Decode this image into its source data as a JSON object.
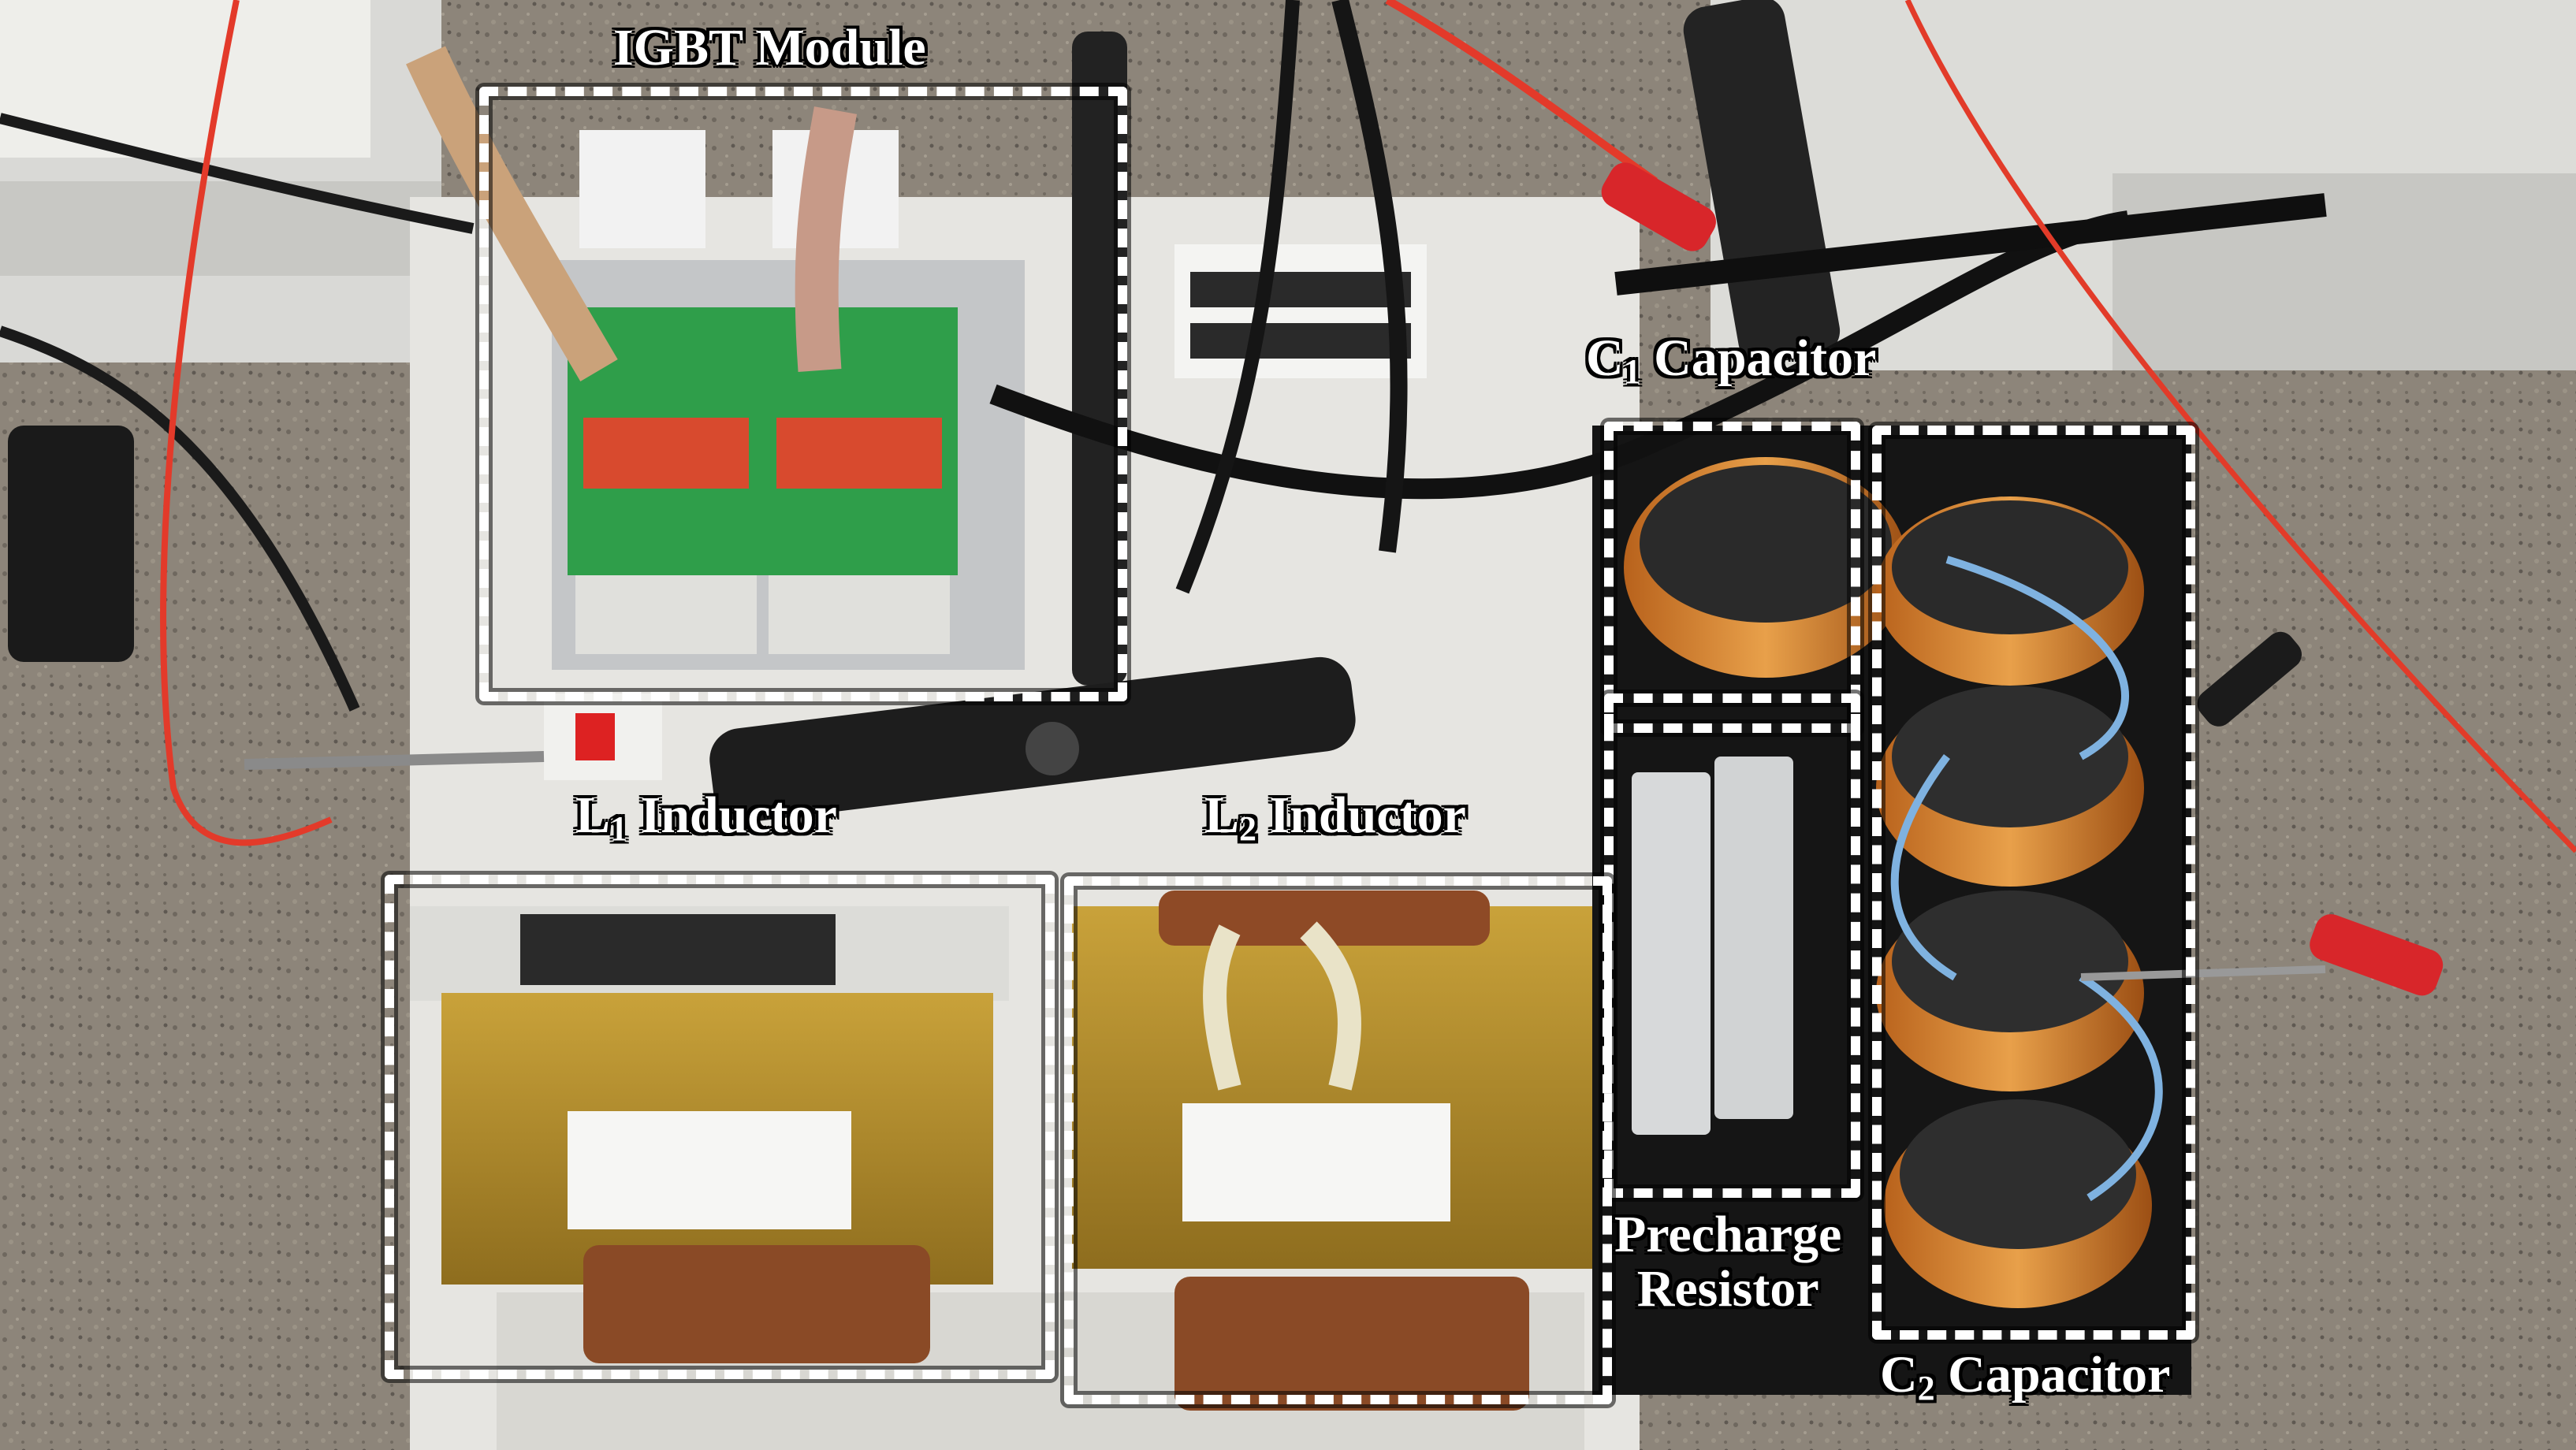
{
  "figure": {
    "labels": {
      "igbt_module": "IGBT Module",
      "c1_capacitor": {
        "symbol": "C",
        "subscript": "1",
        "name": " Capacitor"
      },
      "l1_inductor": {
        "symbol": "L",
        "subscript": "1",
        "name": " Inductor"
      },
      "l2_inductor": {
        "symbol": "L",
        "subscript": "2",
        "name": " Inductor"
      },
      "precharge_resistor_line1": "Precharge",
      "precharge_resistor_line2": "Resistor",
      "c2_capacitor": {
        "symbol": "C",
        "subscript": "2",
        "name": " Capacitor"
      }
    },
    "colors": {
      "outline": "#ffffff",
      "label_text": "#ffffff",
      "label_outline": "#000000"
    }
  }
}
